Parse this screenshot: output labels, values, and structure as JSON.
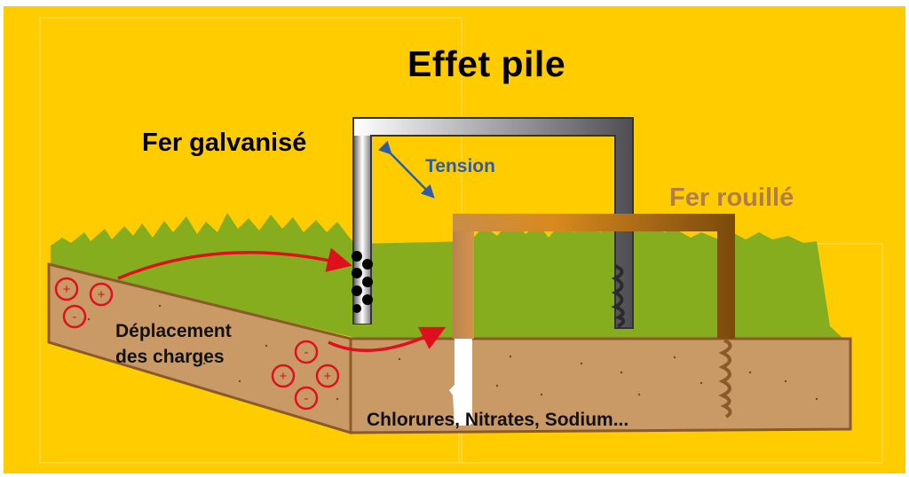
{
  "title": "Effet pile",
  "labels": {
    "galvanized_iron": "Fer galvanisé",
    "rusty_iron": "Fer rouillé",
    "tension": "Tension",
    "charge_movement_line1": "Déplacement",
    "charge_movement_line2": "des charges",
    "ions": "Chlorures, Nitrates, Sodium..."
  },
  "charges": {
    "left_group": [
      "+",
      "+",
      "-"
    ],
    "right_group": [
      "-",
      "+",
      "+",
      "-"
    ]
  },
  "colors": {
    "background": "#ffcc00",
    "grass": "#86ad1e",
    "soil": "#c99a66",
    "soil_edge": "#8a5a2b",
    "galvanized_frame": "#555559",
    "rusty_frame": "#7a4a0c",
    "charge_arrow": "#e00f1e",
    "tension_arrow": "#2e5da7",
    "rusty_label": "#b17d48"
  }
}
